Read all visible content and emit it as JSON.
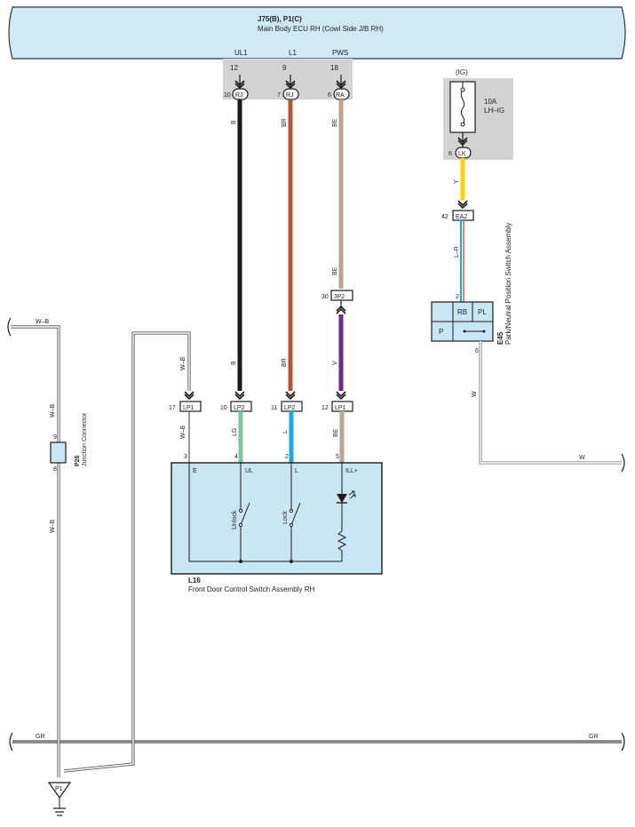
{
  "colors": {
    "ecu_fill": "#cfe9f5",
    "box_fill": "#c8e6f4",
    "shade": "#d3d3d3",
    "black": "#1a1a1a",
    "brown": "#b4553a",
    "beige": "#b9a692",
    "violet": "#6a2b8c",
    "light_green": "#7fc79a",
    "light_blue": "#17a9e6",
    "yellow": "#ffd200",
    "gray_wire": "#8a8a8a"
  },
  "ecu": {
    "title": "J75(B), P1(C)",
    "subtitle": "Main Body ECU RH (Cowl Side J/B RH)",
    "pins": [
      {
        "name": "UL1",
        "num": "12",
        "conn_pin": "10",
        "conn": "RJ"
      },
      {
        "name": "L1",
        "num": "9",
        "conn_pin": "7",
        "conn": "RJ"
      },
      {
        "name": "PWS",
        "num": "18",
        "conn_pin": "6",
        "conn": "RA"
      }
    ]
  },
  "fuse": {
    "label": "(IG)",
    "rating": "10A",
    "name": "LH–IG",
    "pin": "6",
    "conn": "LK"
  },
  "wires": {
    "b1": "B",
    "br1": "BR",
    "be1": "BE",
    "b2": "B",
    "br2": "BR",
    "v": "V",
    "be2": "BE",
    "lg": "LG",
    "l": "L",
    "be3": "BE",
    "y": "Y",
    "lr": "L–R",
    "w1": "W",
    "w2": "W",
    "wb_left_top": "W–B",
    "wb_left_1": "W–B",
    "wb_left_2": "W–B",
    "wb_mid_1": "W–B",
    "wb_mid_2": "W–B",
    "gr_left": "GR",
    "gr_right": "GR"
  },
  "connectors": {
    "jp2": {
      "num": "30",
      "name": "JP2"
    },
    "lp1_wb": {
      "num": "17",
      "name": "LP1"
    },
    "lp2_b": {
      "num": "10",
      "name": "LP2"
    },
    "lp2_br": {
      "num": "11",
      "name": "LP2"
    },
    "lp1_v": {
      "num": "12",
      "name": "LP1"
    },
    "ea2": {
      "num": "42",
      "name": "EA2"
    }
  },
  "switch_assembly": {
    "id": "L16",
    "name": "Front Door Control Switch Assembly RH",
    "pins": [
      {
        "num": "3",
        "label": "E"
      },
      {
        "num": "4",
        "label": "UL"
      },
      {
        "num": "2",
        "label": "L"
      },
      {
        "num": "5",
        "label": "ILL+"
      }
    ],
    "unlock": "Unlock",
    "lock": "Lock"
  },
  "neutral_switch": {
    "id": "E45",
    "name": "Park/Neutral Position Switch Assembly",
    "pin_in": "2",
    "pin_out": "6",
    "cells": [
      "RB",
      "PL",
      "P"
    ]
  },
  "junction": {
    "id": "P26",
    "name": "Junction Connector",
    "pin_top": "9",
    "pin_bottom": "8"
  },
  "ground": {
    "name": "P1"
  }
}
